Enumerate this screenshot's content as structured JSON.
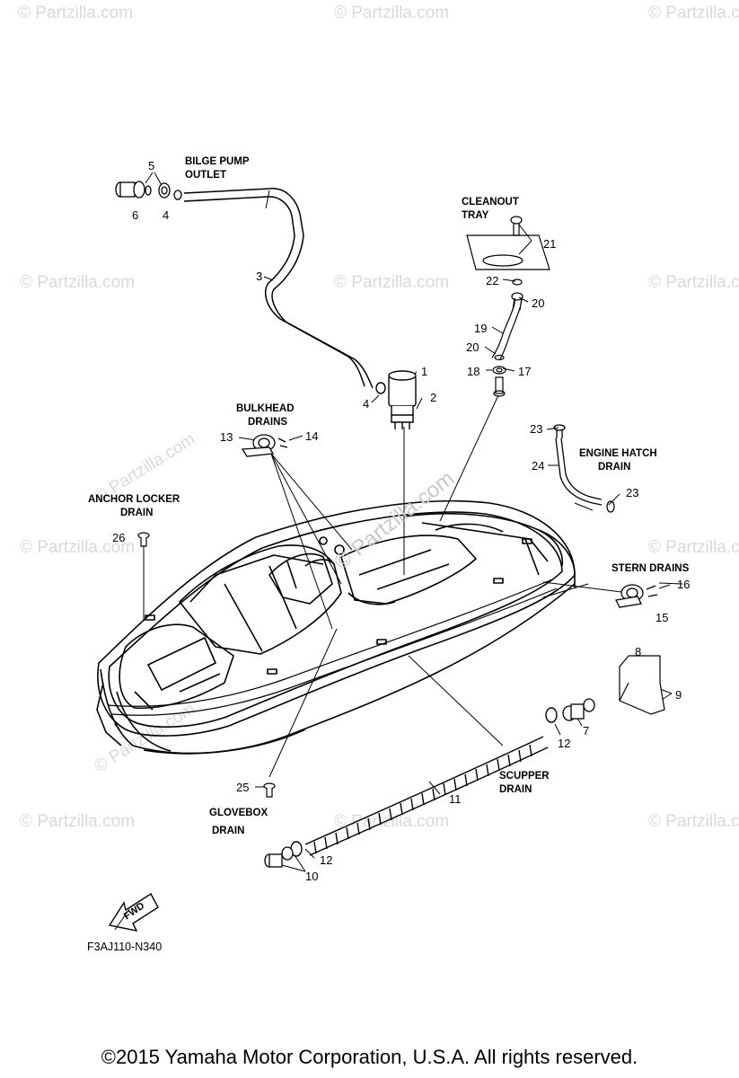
{
  "watermarks": [
    "© Partzilla.com",
    "© Partzilla.com",
    "© Partzilla.com",
    "© Partzilla.com",
    "© Partzilla.com",
    "© Partzilla.com",
    "© Partzilla.com",
    "© Partzilla.com",
    "© Partzilla.com",
    "© Partzilla.com",
    "© Partzilla.com",
    "© Partzilla.com",
    "© Partzilla.com"
  ],
  "center_watermark": "© Partzilla.com",
  "labels": {
    "bilge_pump": [
      "BILGE PUMP",
      "OUTLET"
    ],
    "cleanout": [
      "CLEANOUT",
      "TRAY"
    ],
    "bulkhead": [
      "BULKHEAD",
      "DRAINS"
    ],
    "engine_hatch": [
      "ENGINE HATCH",
      "DRAIN"
    ],
    "anchor_locker": [
      "ANCHOR LOCKER",
      "DRAIN"
    ],
    "stern": [
      "STERN DRAINS"
    ],
    "scupper": [
      "SCUPPER",
      "DRAIN"
    ],
    "glovebox": [
      "GLOVEBOX",
      "DRAIN"
    ]
  },
  "callouts": [
    "5",
    "6",
    "4",
    "3",
    "4",
    "1",
    "2",
    "21",
    "22",
    "20",
    "19",
    "20",
    "18",
    "17",
    "13",
    "14",
    "23",
    "24",
    "23",
    "26",
    "16",
    "15",
    "8",
    "9",
    "12",
    "7",
    "11",
    "25",
    "12",
    "10"
  ],
  "fwd_label": "FWD",
  "diagram_code": "F3AJ110-N340",
  "copyright": "©2015  Yamaha Motor Corporation, U.S.A. All rights reserved."
}
